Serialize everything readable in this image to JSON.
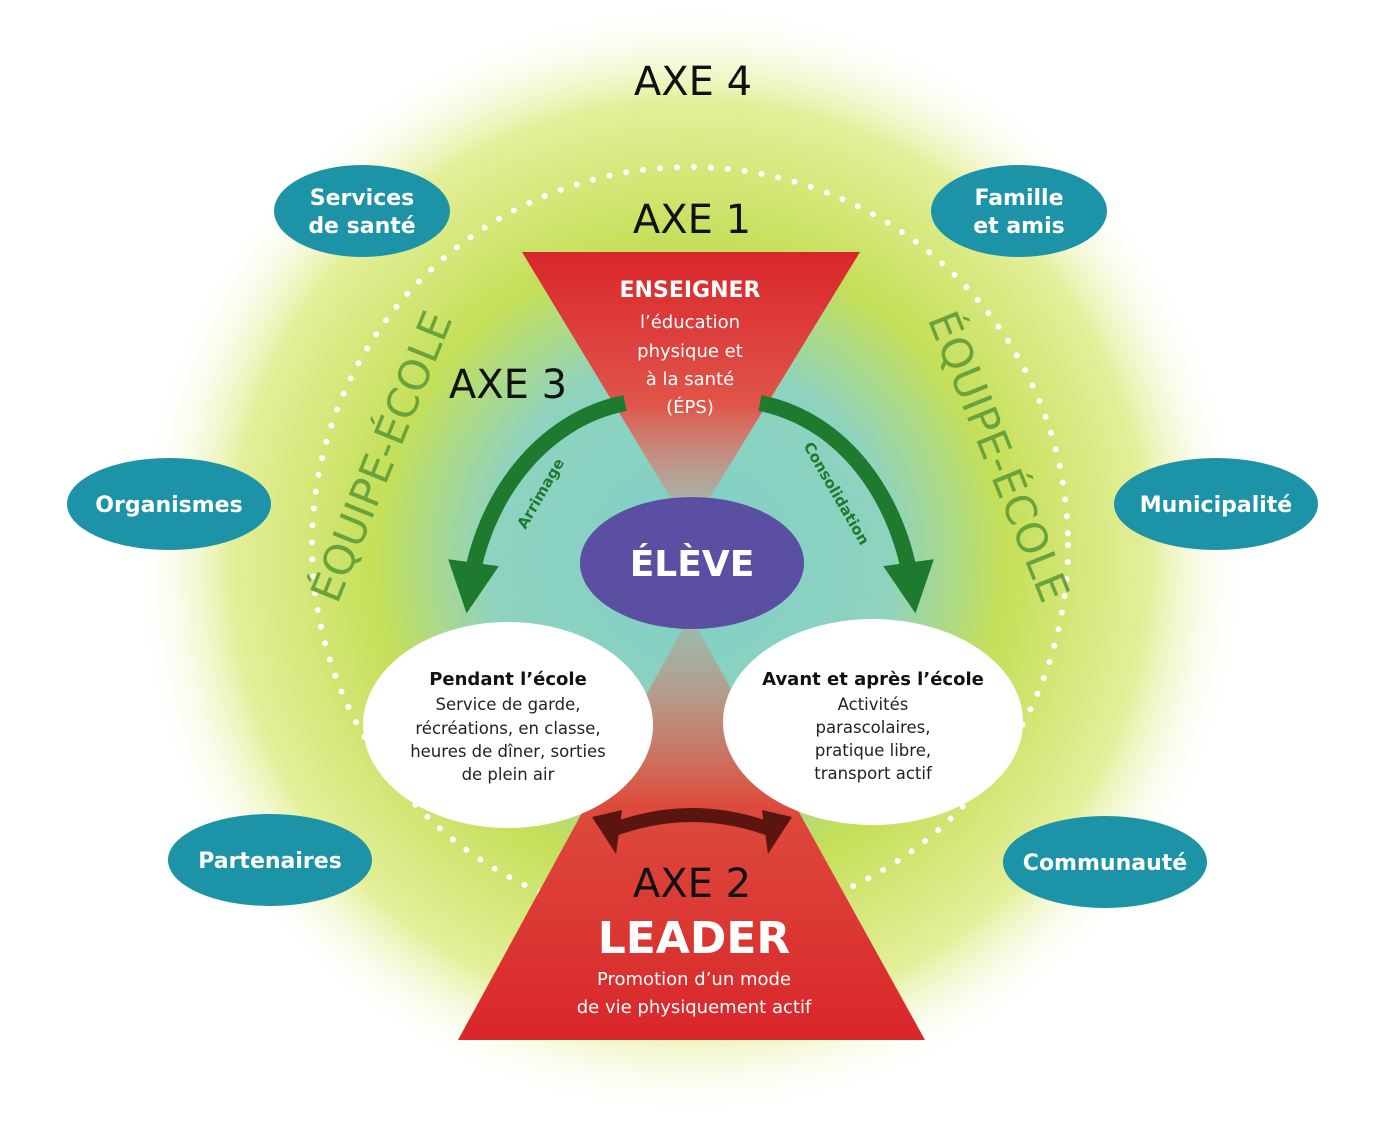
{
  "axes": {
    "axe4": "AXE 4",
    "axe1": "AXE 1",
    "axe3": "AXE 3",
    "axe2": "AXE 2"
  },
  "top_triangle": {
    "title": "ENSEIGNER",
    "lines": [
      "l’éducation",
      "physique et",
      "à la santé",
      "(ÉPS)"
    ]
  },
  "bottom_triangle": {
    "title": "LEADER",
    "lines": [
      "Promotion d’un mode",
      "de vie physiquement actif"
    ]
  },
  "center": {
    "label": "ÉLÈVE"
  },
  "arrows": {
    "left": "Arrimage",
    "right": "Consolidation"
  },
  "ring_labels": {
    "left": "ÉQUIPE-ÉCOLE",
    "right": "ÉQUIPE-ÉCOLE"
  },
  "left_bubble": {
    "title": "Pendant l’école",
    "lines": [
      "Service de garde,",
      "récréations, en classe,",
      "heures de dîner, sorties",
      "de plein air"
    ]
  },
  "right_bubble": {
    "title": "Avant et après l’école",
    "lines": [
      "Activités",
      "parascolaires,",
      "pratique libre,",
      "transport actif"
    ]
  },
  "outer_ovals": {
    "services_sante": [
      "Services",
      "de santé"
    ],
    "famille_amis": [
      "Famille",
      "et amis"
    ],
    "organismes": [
      "Organismes"
    ],
    "municipalite": [
      "Municipalité"
    ],
    "partenaires": [
      "Partenaires"
    ],
    "communaute": [
      "Communauté"
    ]
  },
  "colors": {
    "teal_oval": "#1c93a6",
    "red": "#d9262b",
    "green_arrow": "#1e7a2e",
    "eleve": "#5a4fa3",
    "equipe_text": "#6aa33c",
    "halo_yellow": "#d2e44a",
    "inner_teal": "#7fcfc8",
    "dark_arrow": "#5a1510"
  }
}
